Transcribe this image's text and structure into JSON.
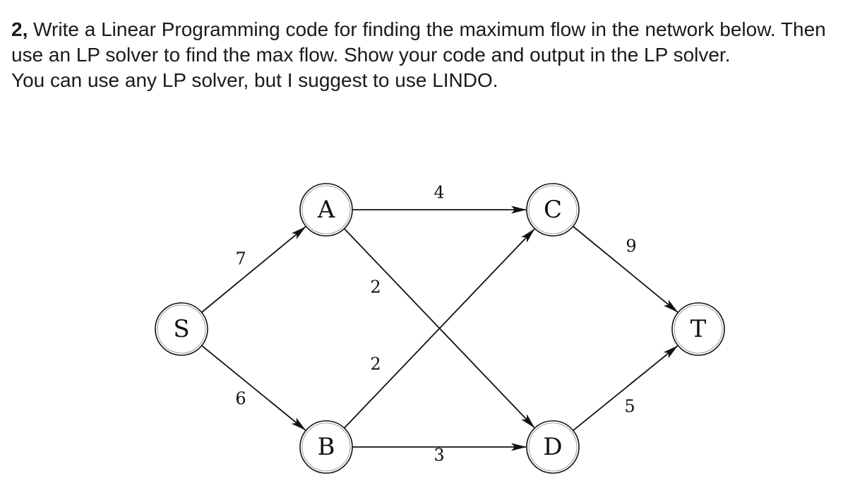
{
  "question": {
    "number": "2,",
    "text": " Write a Linear Programming code for finding the maximum flow in the network below. Then use an LP solver to find the max flow. Show your code and output in the LP solver.",
    "note": "You can use any LP solver, but I suggest to use LINDO."
  },
  "graph": {
    "nodes": [
      {
        "id": "S",
        "label": "S"
      },
      {
        "id": "A",
        "label": "A"
      },
      {
        "id": "B",
        "label": "B"
      },
      {
        "id": "C",
        "label": "C"
      },
      {
        "id": "D",
        "label": "D"
      },
      {
        "id": "T",
        "label": "T"
      }
    ],
    "edges": [
      {
        "from": "S",
        "to": "A",
        "capacity": "7"
      },
      {
        "from": "S",
        "to": "B",
        "capacity": "6"
      },
      {
        "from": "A",
        "to": "C",
        "capacity": "4"
      },
      {
        "from": "A",
        "to": "D",
        "capacity": "2"
      },
      {
        "from": "B",
        "to": "C",
        "capacity": "2"
      },
      {
        "from": "B",
        "to": "D",
        "capacity": "3"
      },
      {
        "from": "C",
        "to": "T",
        "capacity": "9"
      },
      {
        "from": "D",
        "to": "T",
        "capacity": "5"
      }
    ]
  }
}
